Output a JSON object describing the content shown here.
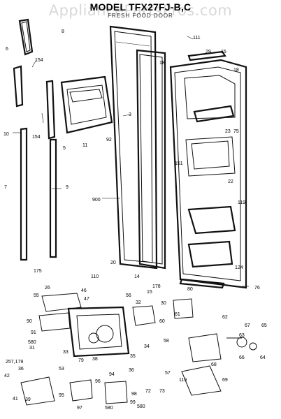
{
  "watermark": "AppliancePartsPros.com",
  "title": "MODEL TFX27FJ-B,C",
  "subtitle": "FRESH FOOD DOOR",
  "part_labels": [
    "8",
    "6",
    "154",
    "154",
    "10",
    "5",
    "11",
    "7",
    "9",
    "175",
    "900",
    "3",
    "92",
    "111",
    "29",
    "15",
    "18",
    "18",
    "23",
    "75",
    "151",
    "22",
    "119",
    "124",
    "20",
    "14",
    "110",
    "178",
    "15",
    "80",
    "76",
    "30",
    "55",
    "46",
    "47",
    "56",
    "32",
    "60",
    "90",
    "91",
    "580",
    "31",
    "33",
    "257,179",
    "36",
    "42",
    "41",
    "39",
    "95",
    "53",
    "79",
    "38",
    "35",
    "34",
    "94",
    "96",
    "98",
    "97",
    "580",
    "99",
    "580",
    "36",
    "57",
    "72",
    "73",
    "58",
    "119",
    "61",
    "62",
    "67",
    "63",
    "65",
    "68",
    "66",
    "64",
    "69",
    "26"
  ]
}
